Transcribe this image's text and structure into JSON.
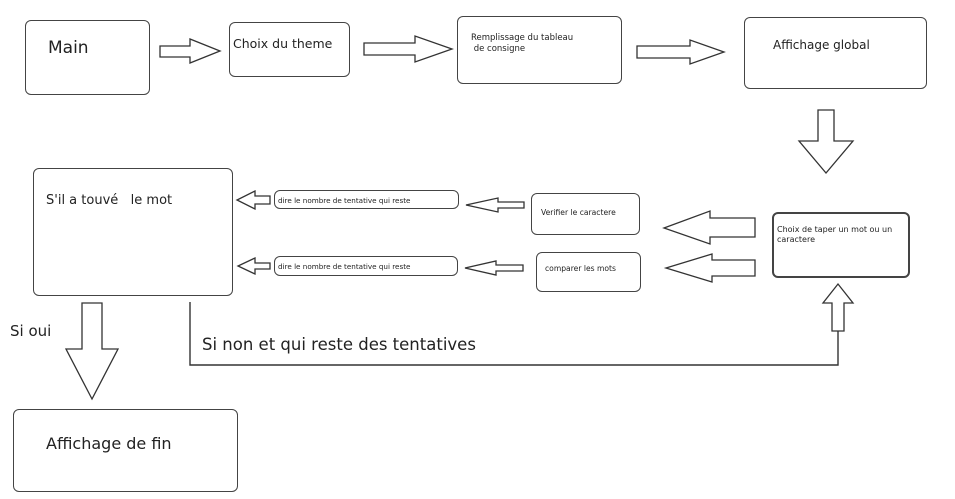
{
  "nodes": {
    "main": "Main",
    "choix_theme": "Choix du theme",
    "remplissage": "Remplissage du tableau\n de consigne",
    "affichage_global": "Affichage global",
    "choix_taper": "Choix de taper un mot ou un caractere",
    "verifier": "Verifier le caractere",
    "comparer": "comparer les mots",
    "dire_1": "dire le nombre de tentative qui reste",
    "dire_2": "dire le nombre de tentative qui reste",
    "trouve": "S'il a touvé   le mot",
    "affichage_fin": "Affichage de fin"
  },
  "edges": {
    "si_oui": "Si oui",
    "si_non": "Si non et qui reste des tentatives"
  }
}
